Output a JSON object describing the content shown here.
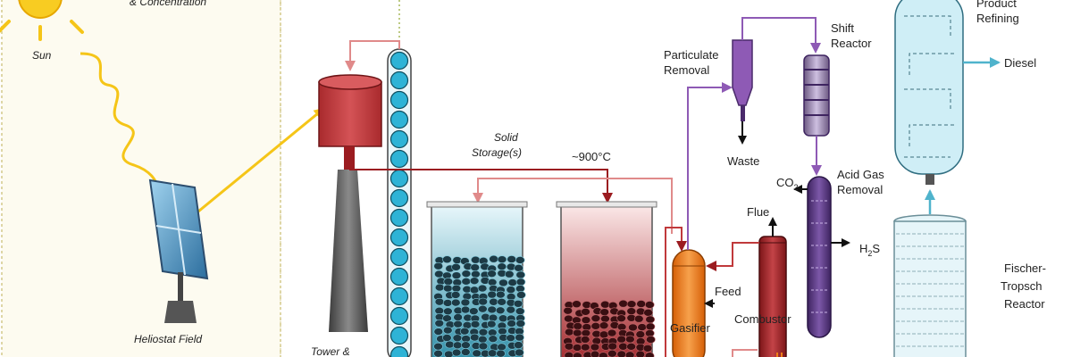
{
  "header": {
    "partial_title": "& Concentration"
  },
  "labels": {
    "sun": "Sun",
    "heliostat": "Heliostat Field",
    "tower": "Tower &",
    "solid_storage_1": "Solid",
    "solid_storage_2": "Storage(s)",
    "temperature": "~900°C",
    "particulate_1": "Particulate",
    "particulate_2": "Removal",
    "waste": "Waste",
    "shift_1": "Shift",
    "shift_2": "Reactor",
    "acid_gas_1": "Acid Gas",
    "acid_gas_2": "Removal",
    "co2": "CO",
    "co2_sub": "2",
    "h2s": "H",
    "h2s_sub": "2",
    "h2s_tail": "S",
    "flue": "Flue",
    "feed": "Feed",
    "gasifier": "Gasifier",
    "combustor": "Combustor",
    "product_1": "Product",
    "product_2": "Refining",
    "diesel": "Diesel",
    "ft_1": "Fischer-",
    "ft_2": "Tropsch",
    "ft_3": "Reactor"
  },
  "colors": {
    "sun": "#f5c518",
    "sunbeam": "#f5c518",
    "receiver": "#c0393b",
    "particles": "#2eb3d6",
    "hot_line": "#9b1c20",
    "cold_line": "#e08a8a",
    "gas_line": "#8e5ab5",
    "refining": "#cfeef6",
    "arrow_blue": "#4fb3cc",
    "gasifier": "#f07f17",
    "combustor": "#a02226",
    "acid_gas": "#5a3a82",
    "panel_border": "#d4c98a",
    "panel_fill": "#fdfbf0"
  },
  "icons": [
    "sun-icon",
    "heliostat-icon",
    "receiver-icon",
    "tower-icon",
    "particle-elevator-icon",
    "storage-tank-icon",
    "cyclone-icon",
    "shift-reactor-icon",
    "acid-gas-column-icon",
    "gasifier-icon",
    "combustor-icon",
    "refining-column-icon",
    "fischer-tropsch-icon"
  ]
}
